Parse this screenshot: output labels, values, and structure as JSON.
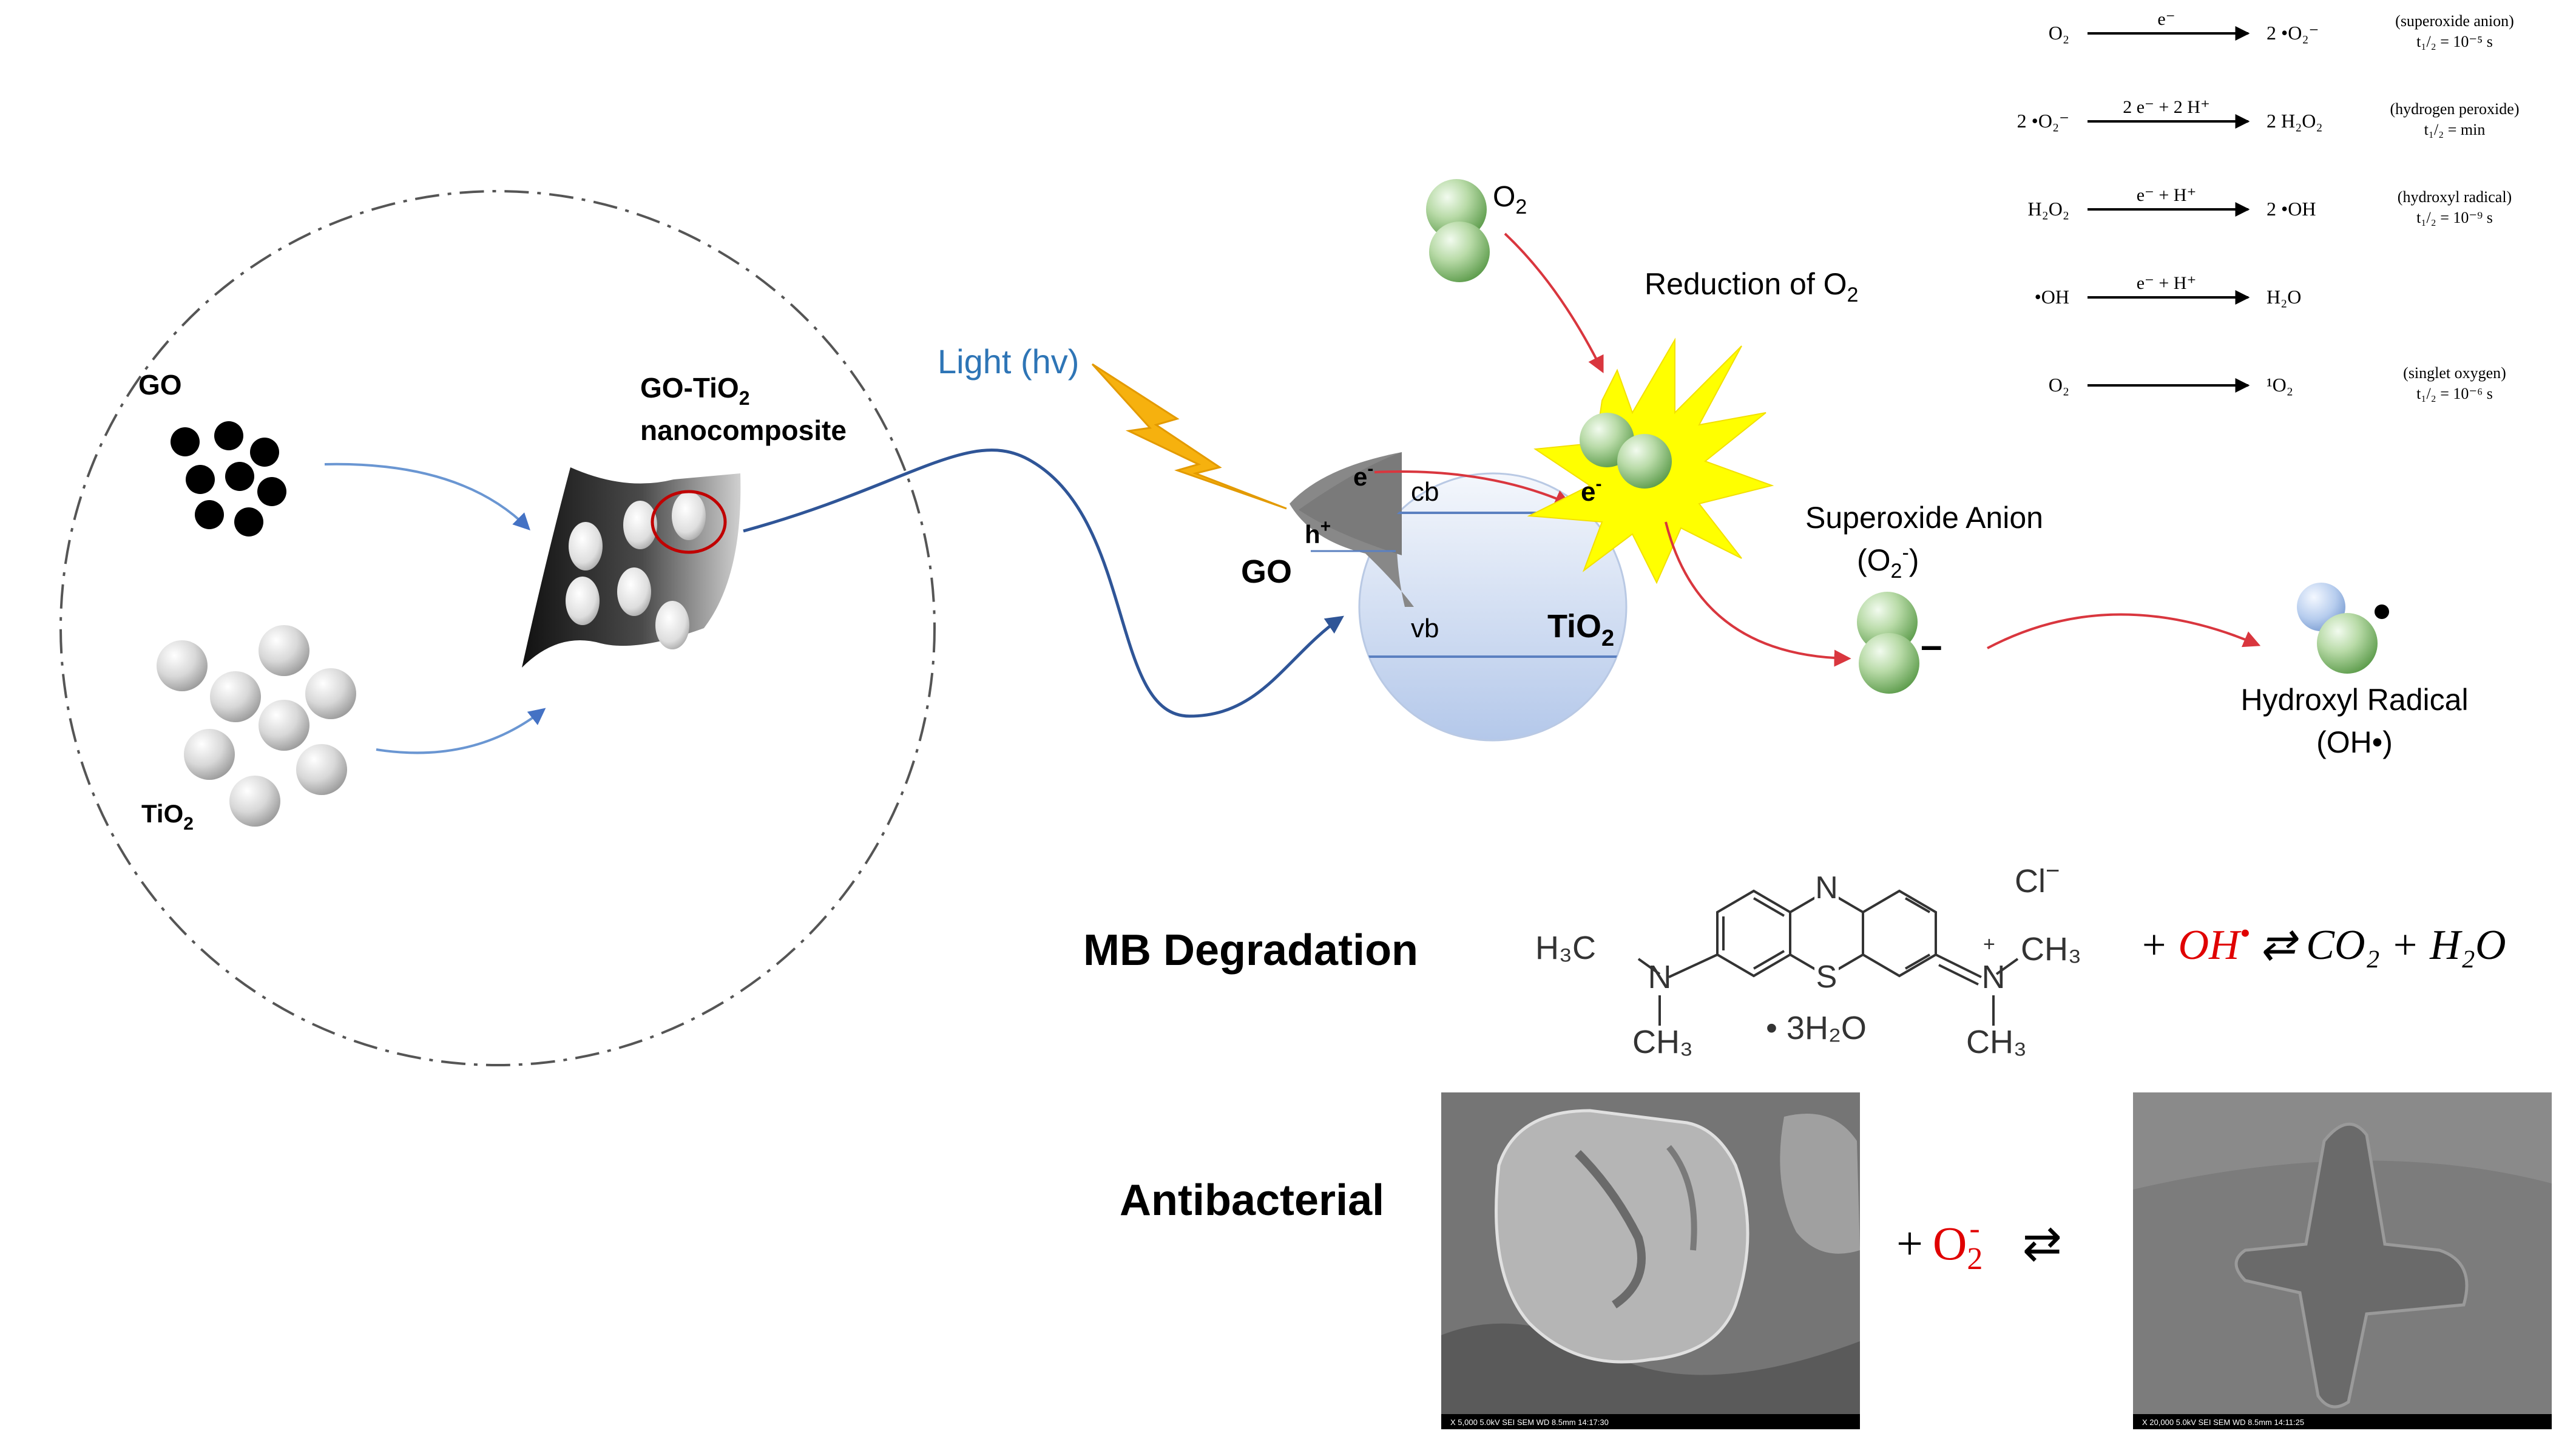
{
  "synthesis": {
    "go_label": "GO",
    "tio2_label": "TiO",
    "tio2_sub": "2",
    "composite_label_prefix": "GO-TiO",
    "composite_label_sub": "2",
    "composite_label_line2": "nanocomposite"
  },
  "light_label": "Light (hv)",
  "band": {
    "go_label": "GO",
    "tio2_label": "TiO",
    "tio2_sub": "2",
    "cb_label": "cb",
    "vb_label": "vb",
    "e_go": "e",
    "e_go_sup": "-",
    "h_go": "h",
    "h_go_sup": "+",
    "e_tio2": "e",
    "e_tio2_sup": "-"
  },
  "o2": {
    "label": "O",
    "sub": "2"
  },
  "reduction": {
    "text": "Reduction of O",
    "sub": "2"
  },
  "superoxide": {
    "line1": "Superoxide Anion",
    "line2_open": "(O",
    "line2_sub": "2",
    "line2_sup": "-",
    "line2_close": ")",
    "charge": "–"
  },
  "hydroxyl": {
    "line1": "Hydroxyl Radical",
    "line2": "(OH•)"
  },
  "reactions": [
    {
      "lhs": "O₂",
      "over": "e⁻",
      "rhs": "2 •O₂⁻",
      "name": "(superoxide anion)",
      "half": "t₁/₂ = 10⁻⁵ s"
    },
    {
      "lhs": "2 •O₂⁻",
      "over": "2 e⁻ + 2 H⁺",
      "rhs": "2 H₂O₂",
      "name": "(hydrogen peroxide)",
      "half": "t₁/₂ = min"
    },
    {
      "lhs": "H₂O₂",
      "over": "e⁻ + H⁺",
      "rhs": "2 •OH",
      "name": "(hydroxyl radical)",
      "half": "t₁/₂ = 10⁻⁹ s"
    },
    {
      "lhs": "•OH",
      "over": "e⁻ + H⁺",
      "rhs": "H₂O",
      "name": "",
      "half": ""
    },
    {
      "lhs": "O₂",
      "over": "",
      "rhs": "¹O₂",
      "name": "(singlet oxygen)",
      "half": "t₁/₂ = 10⁻⁶ s"
    }
  ],
  "mb": {
    "title": "MB Degradation",
    "cl": "Cl",
    "cl_charge": "−",
    "left_group_h3c": "H₃C",
    "left_n": "N",
    "left_ch3": "CH₃",
    "ring_n": "N",
    "ring_s": "S",
    "right_n": "N",
    "right_n_charge": "+",
    "right_ch3_top": "CH₃",
    "right_ch3_bottom": "CH₃",
    "hydrate": "• 3H₂O",
    "eq_plus": "+",
    "eq_oh": "OH",
    "eq_dot": "•",
    "eq_rest": "⇄ CO₂ + H₂O"
  },
  "antibacterial": {
    "title": "Antibacterial",
    "plus": "+",
    "o2": "O",
    "o2_sub": "2",
    "o2_sup": "-",
    "arrow": "⇄",
    "sem1_caption": "X 5,000   5.0kV   SEI   SEM   WD 8.5mm   14:17:30",
    "sem2_caption": "X 20,000   5.0kV   SEI   SEM   WD 8.5mm   14:11:25"
  },
  "colors": {
    "light_blue_text": "#2e75b6",
    "red": "#e00000",
    "arrow_red": "#d9363e",
    "arrow_blue": "#4472c4",
    "flash": "#f6b10e",
    "burst": "#ffff00",
    "sphere_green": "#92c47d",
    "sphere_blue": "#a9c4eb"
  }
}
